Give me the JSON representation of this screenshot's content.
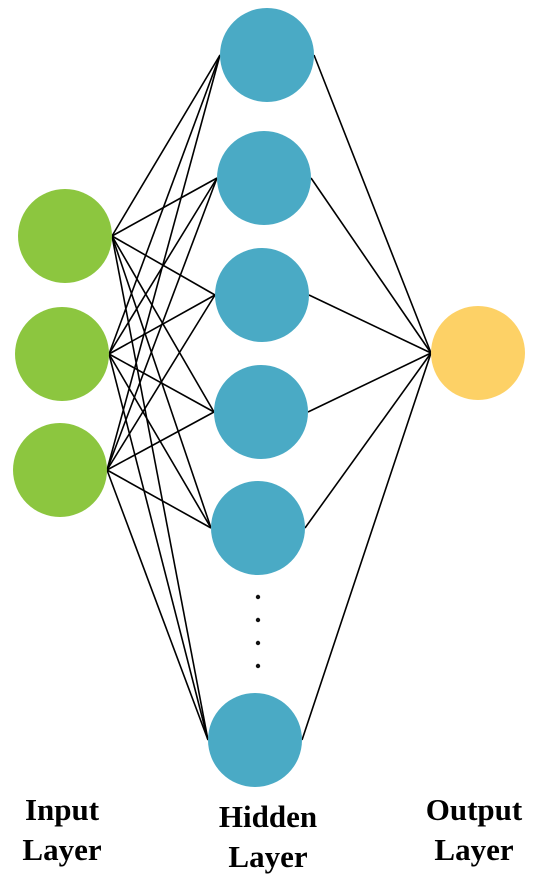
{
  "colors": {
    "input_node": "#8CC63F",
    "hidden_node": "#4AAAC5",
    "output_node": "#FDD166",
    "edge": "#000000"
  },
  "layers": {
    "input": {
      "line1": "Input",
      "line2": "Layer",
      "node_count": 3
    },
    "hidden": {
      "line1": "Hidden",
      "line2": "Layer",
      "node_count": 6,
      "ellipsis": true
    },
    "output": {
      "line1": "Output",
      "line2": "Layer",
      "node_count": 1
    }
  }
}
